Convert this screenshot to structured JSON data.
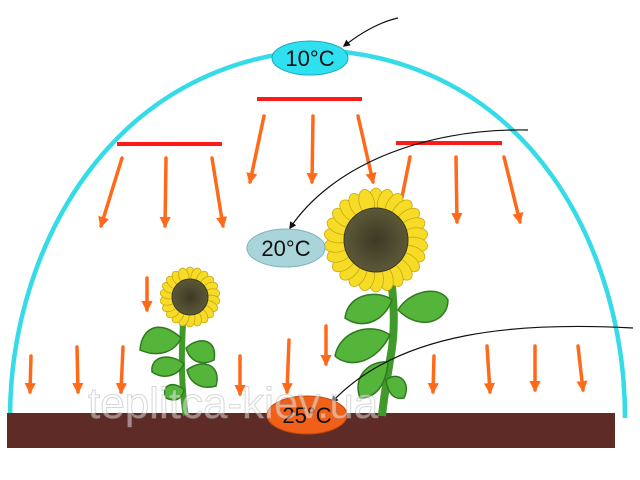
{
  "diagram": {
    "temperatures": {
      "top": "10°C",
      "middle": "20°C",
      "bottom": "25°C"
    },
    "watermark": "teplitca-kiev.ua",
    "colors": {
      "dome": "#35dbe6",
      "soil": "#5e2b26",
      "heater": "#ff1a1a",
      "arrow": "#ff6a1a",
      "label_top": "#2ee0f0",
      "label_middle": "#a9d4da",
      "label_bottom": "#f06018",
      "leaf": "#55b43a",
      "petal": "#f7dc27",
      "seed": "#4d4a32"
    },
    "icons": [
      "heater-bar",
      "heat-arrow",
      "sunflower",
      "pointer-line"
    ]
  }
}
